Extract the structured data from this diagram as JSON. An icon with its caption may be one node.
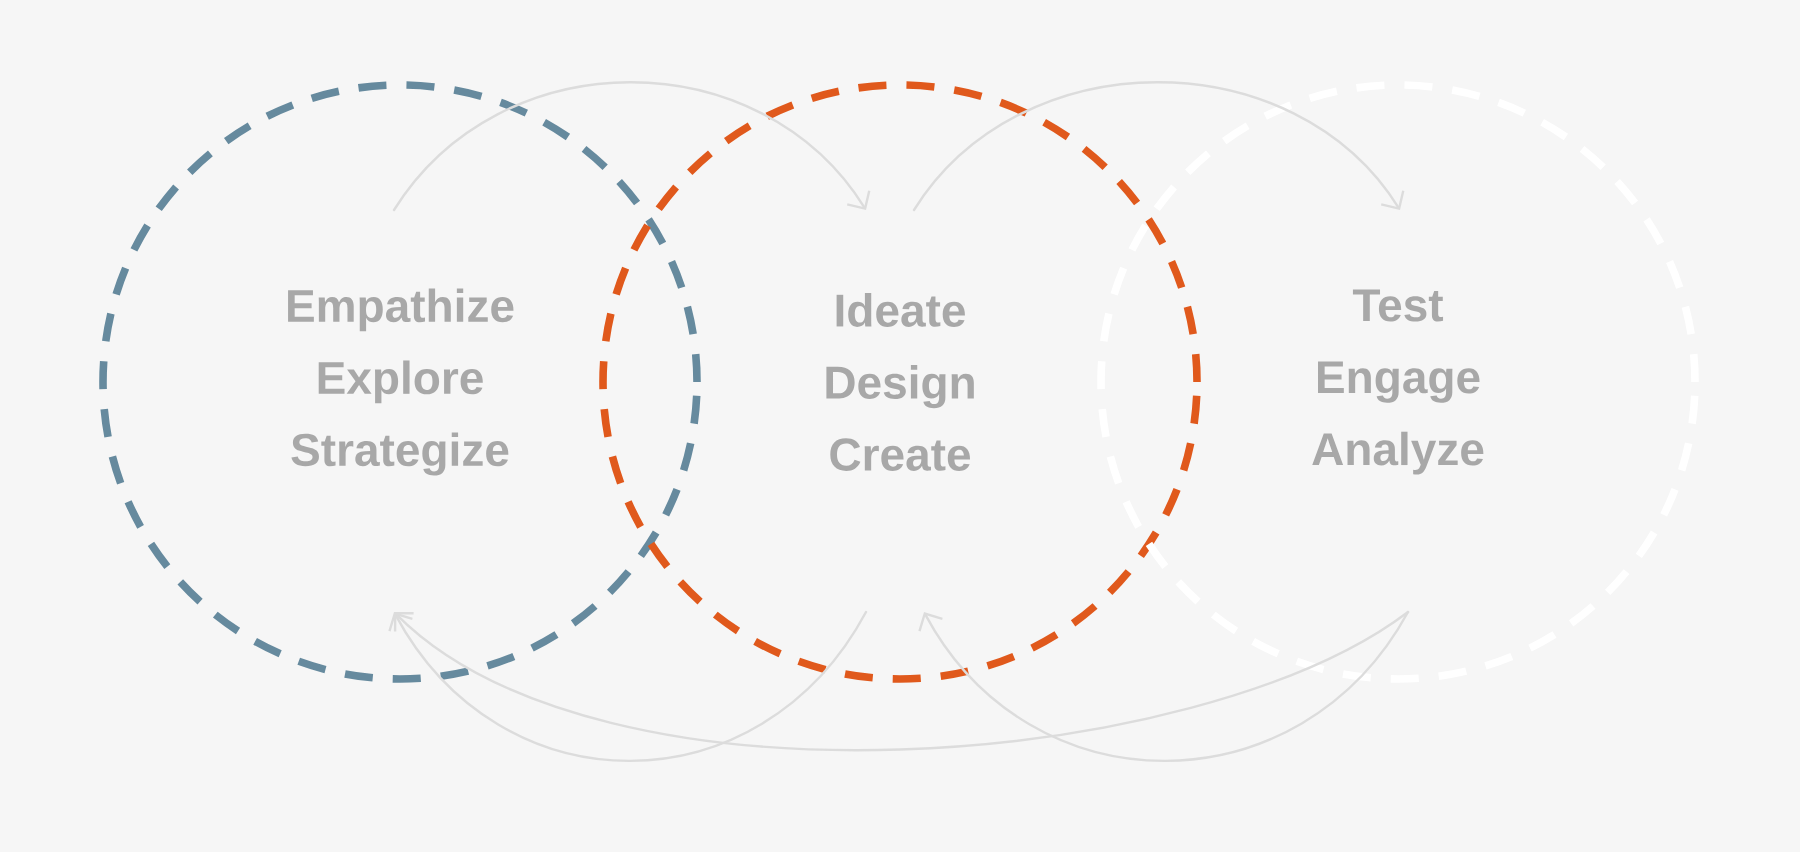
{
  "diagram": {
    "nodes": [
      {
        "text": [
          "Empathize",
          "Explore",
          "Strategize"
        ]
      },
      {
        "text": [
          "Ideate",
          "Design",
          "Create"
        ]
      },
      {
        "text": [
          "Test",
          "Engage",
          "Analyze"
        ]
      }
    ],
    "edges": [
      {
        "from": 0,
        "to": 1,
        "arrow": "to"
      },
      {
        "from": 1,
        "to": 2,
        "arrow": "to"
      },
      {
        "from": 1,
        "to": 0,
        "arrow": "to"
      },
      {
        "from": 2,
        "to": 1,
        "arrow": "to"
      },
      {
        "from": 2,
        "to": 0,
        "arrow": "to"
      }
    ]
  }
}
